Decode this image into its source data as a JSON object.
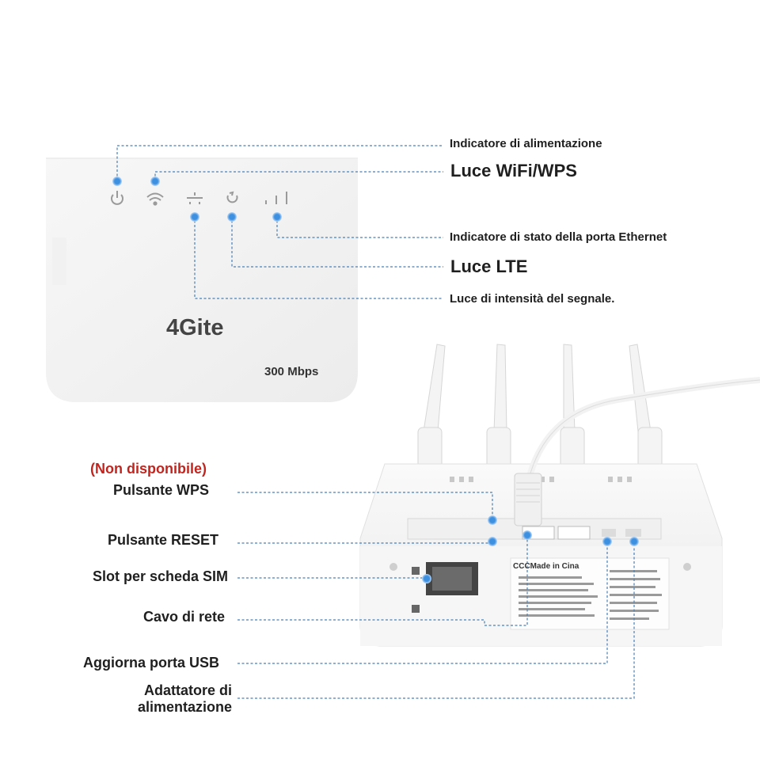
{
  "front_labels": {
    "power": "Indicatore di alimentazione",
    "wifi": "Luce WiFi/WPS",
    "ethernet": "Indicatore di stato della porta Ethernet",
    "lte": "Luce LTE",
    "signal": "Luce di intensità del segnale."
  },
  "device_front": {
    "brand": "4Gite",
    "speed": "300 Mbps",
    "icons": [
      "power-icon",
      "wifi-icon",
      "ethernet-icon",
      "lte-icon",
      "signal-icon"
    ]
  },
  "back_labels": {
    "not_available": "(Non disponibile)",
    "wps_button": "Pulsante WPS",
    "reset_button": "Pulsante RESET",
    "sim_slot": "Slot per scheda SIM",
    "network_cable": "Cavo di rete",
    "usb_port": "Aggiorna porta USB",
    "power_adapter_line1": "Adattatore di",
    "power_adapter_line2": "alimentazione"
  },
  "device_back": {
    "sticker_text": "CCCMade in Cina"
  },
  "colors": {
    "callout_line": "#4a7fb5",
    "dot": "#3d8fe0",
    "warning_red": "#c0261f"
  }
}
